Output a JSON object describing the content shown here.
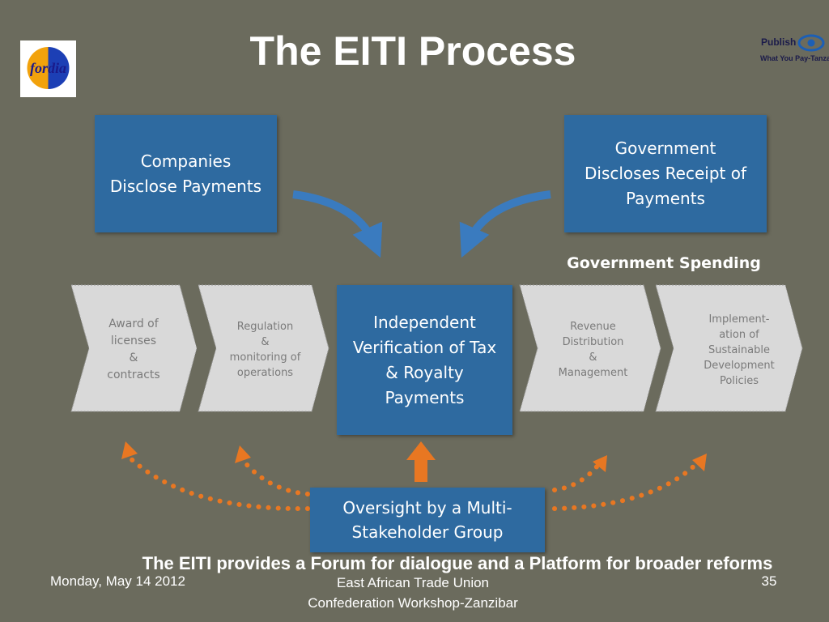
{
  "title": "The EITI Process",
  "logos": {
    "left_text": "fordia",
    "right_line1": "Publish",
    "right_line2": "What You Pay-Tanzania"
  },
  "boxes": {
    "companies": [
      "Companies",
      "Disclose Payments"
    ],
    "government": [
      "Government",
      "Discloses Receipt of",
      "Payments"
    ],
    "verification": [
      "Independent",
      "Verification of Tax",
      "& Royalty",
      "Payments"
    ],
    "oversight": [
      "Oversight by a Multi-",
      "Stakeholder Group"
    ]
  },
  "government_spending": "Government Spending",
  "chevrons": [
    {
      "lines": [
        "Award of",
        "licenses",
        "&",
        "contracts"
      ]
    },
    {
      "lines": [
        "Regulation",
        "&",
        "monitoring of",
        "operations"
      ]
    },
    {
      "lines": [
        "Revenue",
        "Distribution",
        "&",
        "Management"
      ]
    },
    {
      "lines": [
        "Implement-",
        "ation of",
        "Sustainable",
        "Development",
        "Policies"
      ]
    }
  ],
  "footer": {
    "tagline": "The EITI provides a Forum for dialogue and a Platform for broader reforms",
    "date": "Monday, May 14 2012",
    "org_line1": "East African Trade Union",
    "org_line2": "Confederation Workshop-Zanzibar",
    "page": "35"
  },
  "colors": {
    "background": "#6b6b5d",
    "box_blue": "#2e6aa0",
    "arrow_blue": "#3a7bbf",
    "arrow_orange": "#e87722",
    "chevron_fill": "#d9d9d9"
  },
  "icons": {
    "right_logo": "eye-icon"
  }
}
